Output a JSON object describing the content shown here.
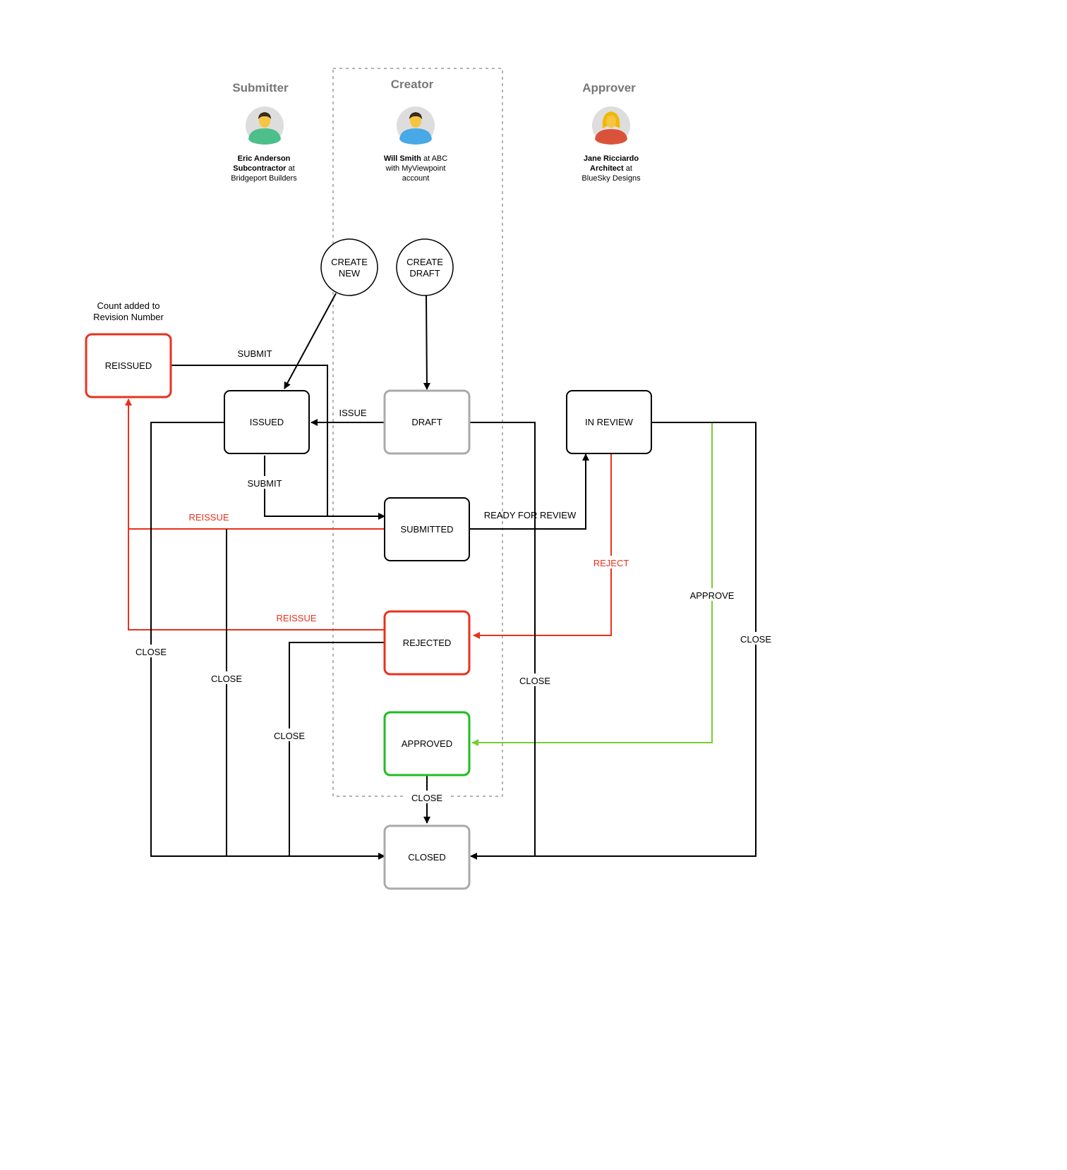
{
  "lanes": {
    "submitter": {
      "title": "Submitter",
      "line1": "Eric Anderson",
      "line2_bold": "Subcontractor",
      "line2_rest": " at",
      "line3": "Bridgeport Builders"
    },
    "creator": {
      "title": "Creator",
      "line1_bold": "Will Smith",
      "line1_rest": " at ABC",
      "line2": "with MyViewpoint",
      "line3": "account"
    },
    "approver": {
      "title": "Approver",
      "line1": "Jane Ricciardo",
      "line2_bold": "Architect",
      "line2_rest": " at",
      "line3": "BlueSky Designs"
    }
  },
  "avatars": {
    "submitter": {
      "shirt": "#4dbf8a",
      "hair": "#3b2a1a",
      "skin": "#f5c542"
    },
    "creator": {
      "shirt": "#49a8e6",
      "hair": "#3b2a1a",
      "skin": "#f5c542"
    },
    "approver": {
      "shirt": "#d9533b",
      "hair": "#f2b705",
      "skin": "#f5c542"
    }
  },
  "start_nodes": {
    "create_new": {
      "line1": "CREATE",
      "line2": "NEW"
    },
    "create_draft": {
      "line1": "CREATE",
      "line2": "DRAFT"
    }
  },
  "note": {
    "line1": "Count added to",
    "line2": "Revision Number"
  },
  "states": {
    "reissued": "REISSUED",
    "issued": "ISSUED",
    "draft": "DRAFT",
    "in_review": "IN REVIEW",
    "submitted": "SUBMITTED",
    "rejected": "REJECTED",
    "approved": "APPROVED",
    "closed": "CLOSED"
  },
  "edges": {
    "submit_reissued": "SUBMIT",
    "issue": "ISSUE",
    "submit_issued": "SUBMIT",
    "ready_for_review": "READY FOR REVIEW",
    "reissue_submitted": "REISSUE",
    "reject": "REJECT",
    "approve": "APPROVE",
    "reissue_rejected": "REISSUE",
    "close_issued": "CLOSE",
    "close_submitted": "CLOSE",
    "close_rejected": "CLOSE",
    "close_draft": "CLOSE",
    "close_in_review": "CLOSE",
    "close_approved": "CLOSE"
  },
  "colors": {
    "black": "#000000",
    "red": "#e8321e",
    "green": "#1fbd1f",
    "light_green": "#77cc33",
    "gray_border": "#aaaaaa",
    "dashed_lane": "#999999"
  }
}
